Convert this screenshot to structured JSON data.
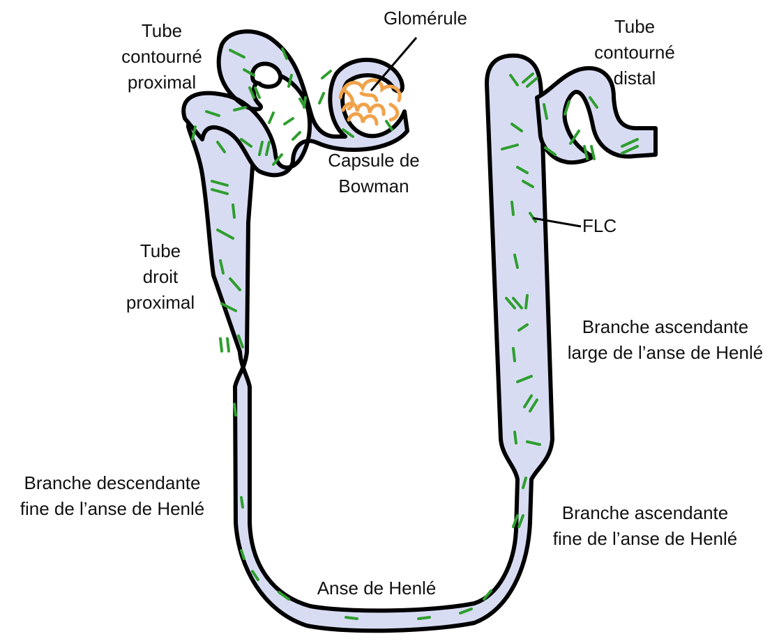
{
  "colors": {
    "tube_fill": "#d8dcf3",
    "outline": "#000000",
    "cilia": "#2e9e2e",
    "glomerulus": "#f0a24a",
    "background": "#ffffff"
  },
  "labels": {
    "tube_contourne_proximal": [
      "Tube",
      "contourné",
      "proximal"
    ],
    "glomerule": [
      "Glomérule"
    ],
    "tube_contourne_distal": [
      "Tube",
      "contourné",
      "distal"
    ],
    "capsule_de_bowman": [
      "Capsule de",
      "Bowman"
    ],
    "flc": [
      "FLC"
    ],
    "tube_droit_proximal": [
      "Tube",
      "droit",
      "proximal"
    ],
    "branche_ascendante_large": [
      "Branche ascendante",
      "large de l’anse de Henlé"
    ],
    "branche_descendante_fine": [
      "Branche descendante",
      "fine de l’anse de Henlé"
    ],
    "branche_ascendante_fine": [
      "Branche ascendante",
      "fine de l’anse de Henlé"
    ],
    "anse_de_henle": [
      "Anse de Henlé"
    ]
  }
}
